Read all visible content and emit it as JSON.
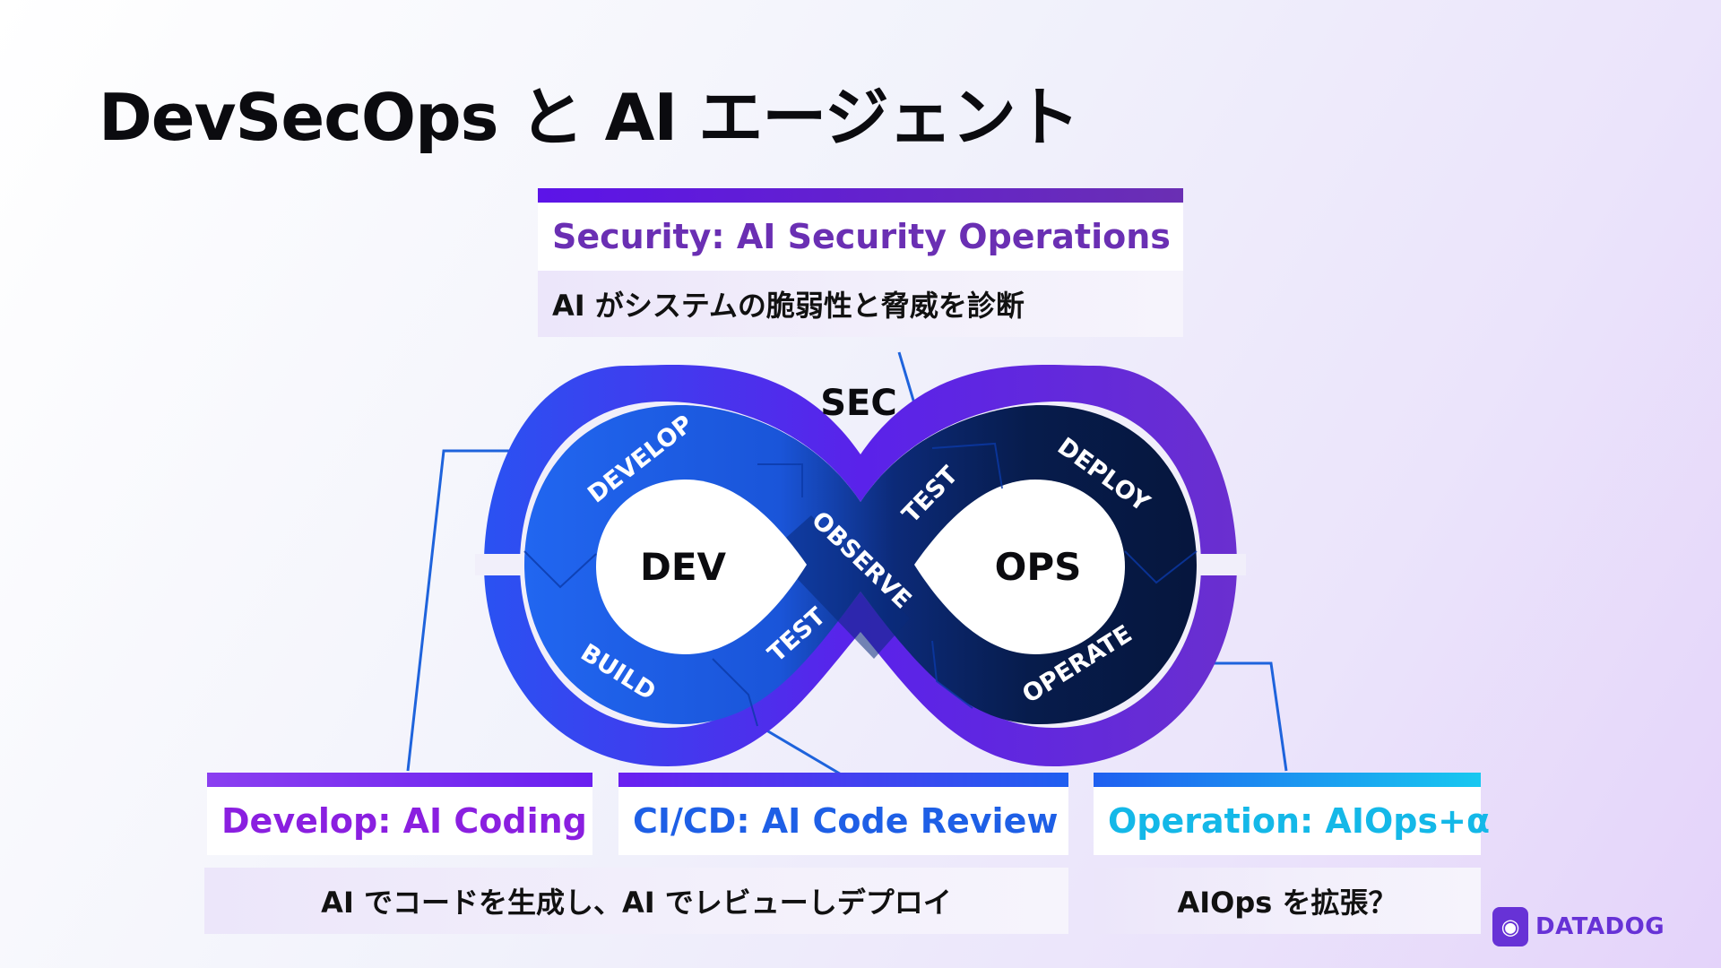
{
  "title": "DevSecOps と AI エージェント",
  "security": {
    "heading": "Security: AI Security Operations",
    "description": "AI がシステムの脆弱性と脅威を診断"
  },
  "develop": {
    "heading": "Develop: AI Coding"
  },
  "cicd": {
    "heading": "CI/CD: AI Code Review"
  },
  "dev_cicd_description": "AI でコードを生成し、AI でレビューしデプロイ",
  "operation": {
    "heading": "Operation: AIOps+α",
    "description": "AIOps を拡張？"
  },
  "loop": {
    "sec": "SEC",
    "dev": "DEV",
    "ops": "OPS",
    "develop": "DEVELOP",
    "build": "BUILD",
    "test_left": "TEST",
    "observe": "OBSERVE",
    "test_right": "TEST",
    "deploy": "DEPLOY",
    "operate": "OPERATE"
  },
  "logo": {
    "text": "DATADOG",
    "icon": "dog-icon"
  },
  "colors": {
    "security_heading": "#6a2fb3",
    "develop_heading": "#8a1fe0",
    "cicd_heading": "#1e5fe6",
    "operation_heading": "#14b8e8",
    "loop_left": "#1f63ee",
    "loop_right": "#07183f",
    "ring": "#5a22ea"
  }
}
